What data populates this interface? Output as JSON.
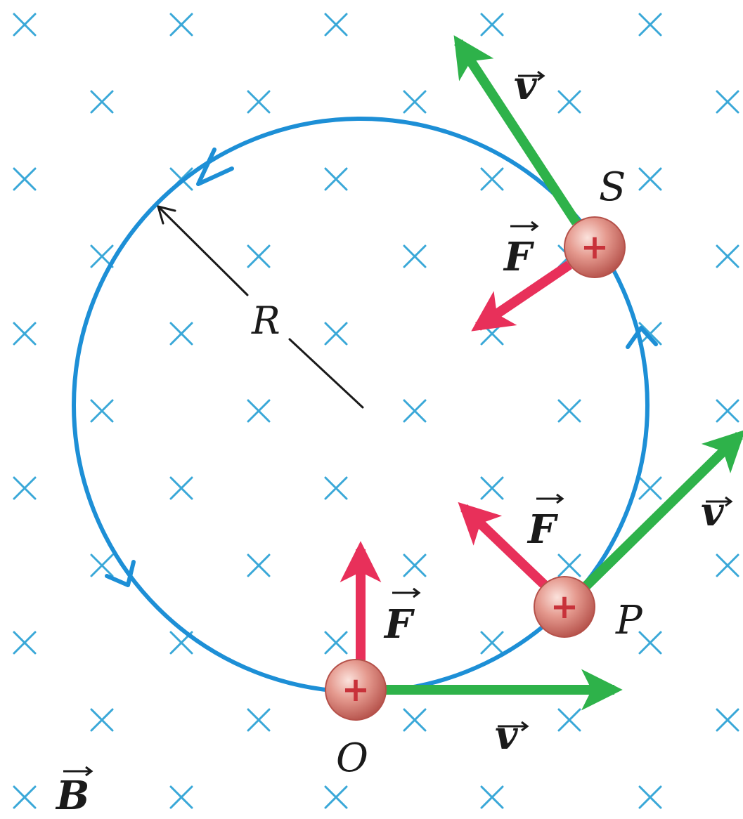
{
  "field": {
    "symbol": "B",
    "marker_color": "#3aa8d8"
  },
  "orbit": {
    "radius_label": "R",
    "color": "#1d8fd6"
  },
  "charges": [
    {
      "point": "O",
      "sign": "+"
    },
    {
      "point": "P",
      "sign": "+"
    },
    {
      "point": "S",
      "sign": "+"
    }
  ],
  "vectors": {
    "velocity": {
      "symbol": "v",
      "color": "#2eb24a"
    },
    "force": {
      "symbol": "F",
      "color": "#e8305a"
    }
  }
}
